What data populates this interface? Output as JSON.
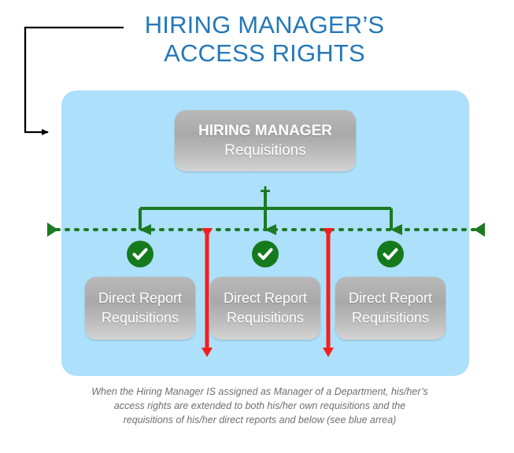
{
  "title": {
    "text": "HIRING MANAGER’S\nACCESS RIGHTS",
    "color": "#2478b8"
  },
  "manager_box": {
    "line1": "HIRING MANAGER",
    "line2": "Requisitions"
  },
  "operator": {
    "symbol": "+",
    "color": "#14711b"
  },
  "report_boxes": [
    {
      "line1": "Direct Report",
      "line2": "Requisitions"
    },
    {
      "line1": "Direct Report",
      "line2": "Requisitions"
    },
    {
      "line1": "Direct Report",
      "line2": "Requisitions"
    }
  ],
  "access_markers": [
    {
      "state": "granted",
      "icon": "check-circle-icon"
    },
    {
      "state": "granted",
      "icon": "check-circle-icon"
    },
    {
      "state": "granted",
      "icon": "check-circle-icon"
    }
  ],
  "boundary_markers": [
    {
      "icon": "red-vertical-arrow-icon",
      "color": "#f41e1e"
    },
    {
      "icon": "red-vertical-arrow-icon",
      "color": "#f41e1e"
    }
  ],
  "scope_line": {
    "style": "dotted",
    "color": "#1b7a22",
    "left_cap": "triangle-right-icon",
    "right_cap": "triangle-left-icon"
  },
  "caption": {
    "line1": "When the Hiring Manager IS assigned as Manager of a Department, his/her’s",
    "line2": "access rights are extended to both his/her own requisitions and the",
    "line3": "requisitions of his/her direct reports and below (see blue arrea)"
  },
  "colors": {
    "blue_region": "#ade0fb",
    "title_blue": "#2478b8",
    "green": "#1b7a22",
    "red": "#f41e1e",
    "grey_box_top": "#b9b9b9",
    "grey_box_bottom": "#d4d4d4",
    "caption_grey": "#6f6f6f",
    "callout_black": "#000000"
  }
}
